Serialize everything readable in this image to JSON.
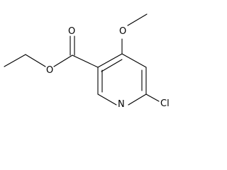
{
  "molecule": {
    "atoms": {
      "ester_o_single": "O",
      "ester_o_double": "O",
      "methoxy_o": "O",
      "ring_n": "N",
      "chloro": "Cl"
    },
    "colors": {
      "bond": "#000000",
      "label": "#000000",
      "background": "#ffffff"
    }
  }
}
